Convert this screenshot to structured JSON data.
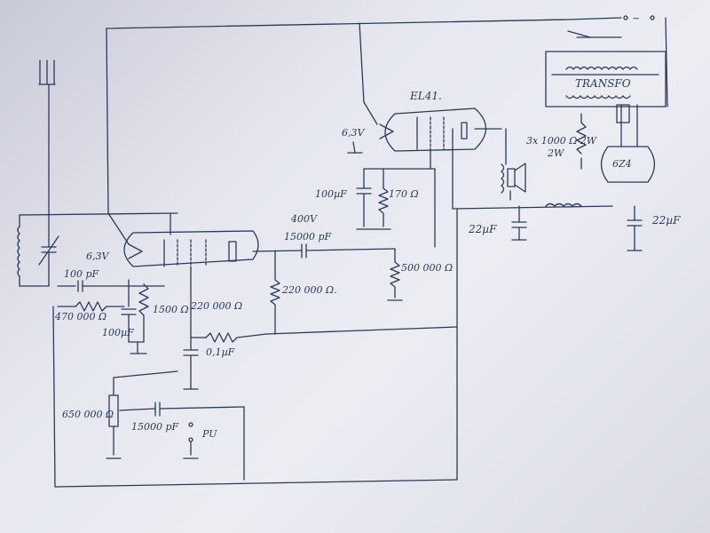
{
  "labels": {
    "output_tube": "EL41.",
    "heater_out": "6,3V",
    "heater_in": "6,3V",
    "c_cathode_out": "100µF",
    "r_cathode_out": "170 Ω",
    "c_coupling_voltage": "400V",
    "c_coupling": "15000 pF",
    "r_grid_out": "500 000 Ω",
    "r_grid_leak": "220 000 Ω.",
    "r_plate_in": "220 000 Ω",
    "c_filter_1": "22µF",
    "c_filter_2": "22µF",
    "r_supply": "3x 1000 Ω\n2W",
    "rectifier": "6Z4",
    "transformer": "TRANSFO",
    "c_grid_in": "100 pF",
    "r_grid_in": "470 000 Ω",
    "c_cathode_in": "100µF",
    "r_cathode_in": "1500 Ω",
    "c_screen": "0,1µF",
    "pot": "650 000 Ω",
    "c_input": "15000 pF",
    "input": "PU"
  },
  "colors": {
    "ink": "#2a3a5a",
    "paper": "#e6e7ef"
  }
}
